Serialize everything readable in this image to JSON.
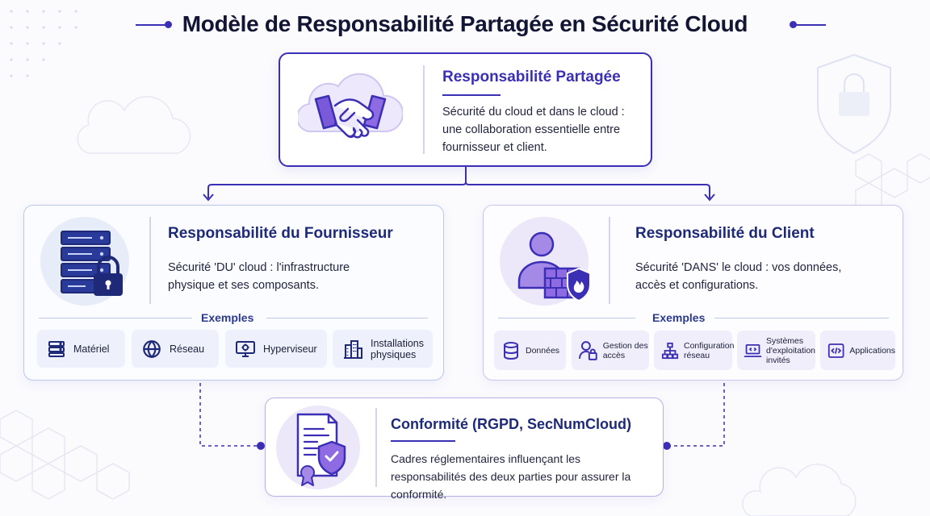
{
  "title": "Modèle de Responsabilité Partagée en Sécurité Cloud",
  "shared": {
    "title": "Responsabilité Partagée",
    "description": "Sécurité du cloud et dans le cloud : une collaboration essentielle entre fournisseur et client.",
    "icon": "handshake-cloud-icon"
  },
  "provider": {
    "title": "Responsabilité du Fournisseur",
    "description": "Sécurité 'DU' cloud : l'infrastructure physique et ses composants.",
    "examples_label": "Exemples",
    "icon": "server-lock-icon",
    "examples": [
      {
        "label": "Matériel",
        "icon": "server-icon"
      },
      {
        "label": "Réseau",
        "icon": "globe-icon"
      },
      {
        "label": "Hyperviseur",
        "icon": "monitor-icon"
      },
      {
        "label": "Installations physiques",
        "icon": "building-icon"
      }
    ]
  },
  "client": {
    "title": "Responsabilité du Client",
    "description": "Sécurité 'DANS' le cloud : vos données, accès et configurations.",
    "examples_label": "Exemples",
    "icon": "user-firewall-icon",
    "examples": [
      {
        "label": "Données",
        "icon": "database-icon"
      },
      {
        "label": "Gestion des accès",
        "icon": "user-lock-icon"
      },
      {
        "label": "Configuration réseau",
        "icon": "network-icon"
      },
      {
        "label": "Systèmes d'exploitation invités",
        "icon": "laptop-icon"
      },
      {
        "label": "Applications",
        "icon": "code-icon"
      }
    ]
  },
  "compliance": {
    "title": "Conformité (RGPD, SecNumCloud)",
    "description": "Cadres réglementaires influençant les responsabilités des deux parties pour assurer la conformité.",
    "icon": "certificate-shield-icon"
  },
  "colors": {
    "accent": "#3b2fb5",
    "provider_dark": "#1e2a78",
    "provider_soft": "#eef1fb",
    "client_soft": "#f1eefb"
  }
}
